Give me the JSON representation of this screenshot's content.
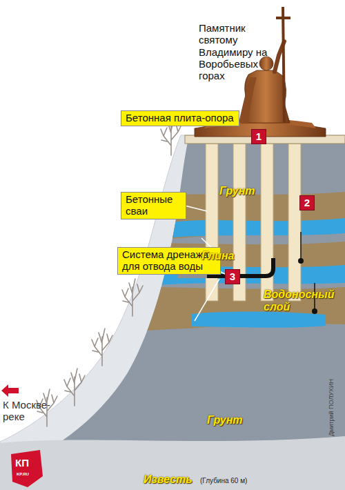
{
  "diagram": {
    "title": "Памятник святому Владимиру на Воробьевых горах",
    "nodes": [
      {
        "text": [
          "Бетонная плита-опора"
        ]
      },
      {
        "text": [
          "1"
        ]
      },
      {
        "text": [
          "Бетонные сваи"
        ]
      },
      {
        "text": [
          "2"
        ]
      },
      {
        "text": [
          "Система дренажа для отвода воды"
        ]
      },
      {
        "text": [
          "3"
        ]
      }
    ],
    "labels": [
      "Грунт",
      "Глина",
      "Водоносный слой",
      "Грунт",
      "К Москве-реке",
      "Известь",
      "(Глубина 60 м)",
      "Дмитрий ПОЛУХИН",
      "КП",
      "KP.RU"
    ]
  }
}
